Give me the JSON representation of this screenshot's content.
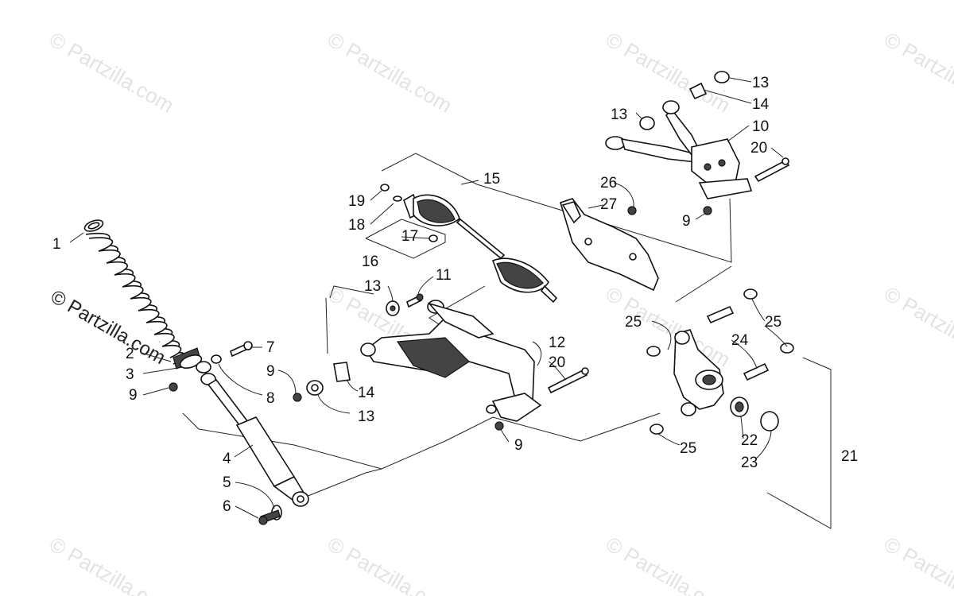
{
  "watermark": {
    "text": "© Partzilla.com"
  },
  "callouts": {
    "c1": "1",
    "c2": "2",
    "c3": "3",
    "c4": "4",
    "c5": "5",
    "c6": "6",
    "c7": "7",
    "c8": "8",
    "c9a": "9",
    "c9b": "9",
    "c9c": "9",
    "c9d": "9",
    "c10": "10",
    "c11": "11",
    "c12": "12",
    "c13a": "13",
    "c13b": "13",
    "c13c": "13",
    "c13d": "13",
    "c14a": "14",
    "c14b": "14",
    "c15": "15",
    "c16": "16",
    "c17": "17",
    "c18": "18",
    "c19": "19",
    "c20a": "20",
    "c20b": "20",
    "c21": "21",
    "c22": "22",
    "c23": "23",
    "c24": "24",
    "c25a": "25",
    "c25b": "25",
    "c25c": "25",
    "c26": "26",
    "c27": "27"
  }
}
